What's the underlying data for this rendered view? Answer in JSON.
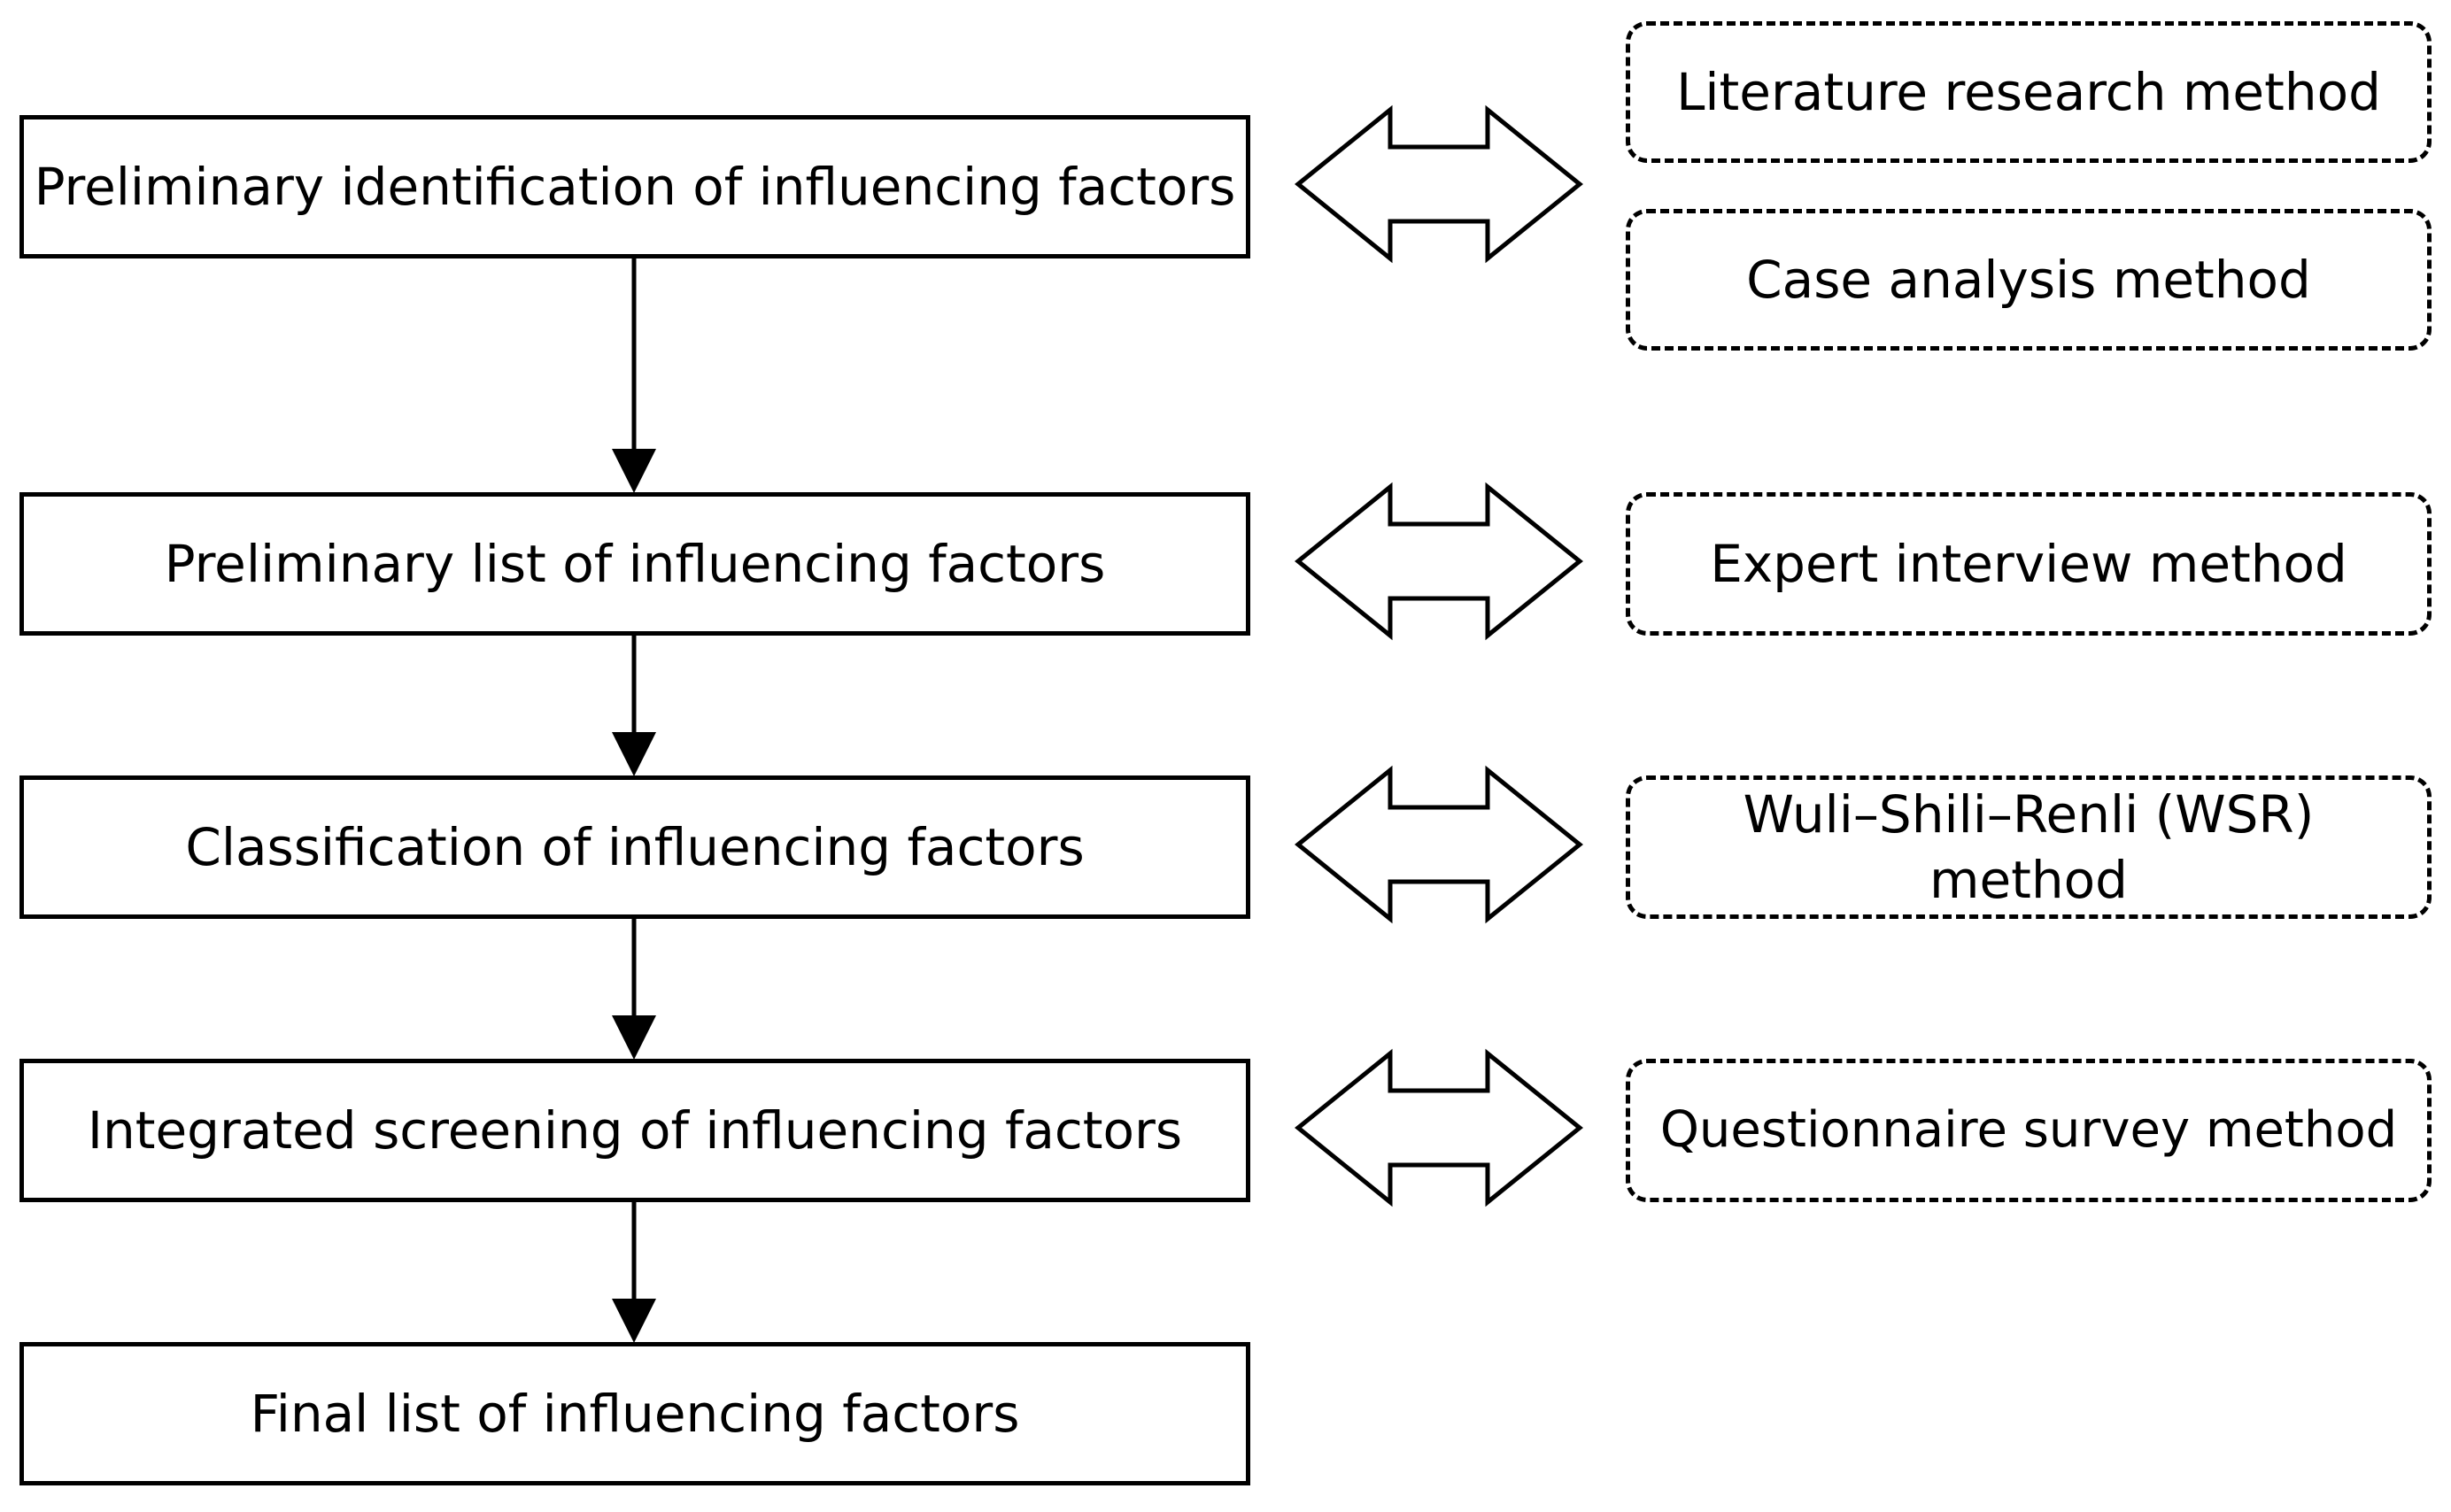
{
  "steps": [
    {
      "label": "Preliminary identification of influencing factors"
    },
    {
      "label": "Preliminary list of influencing factors"
    },
    {
      "label": "Classification of influencing factors"
    },
    {
      "label": "Integrated screening of influencing factors"
    },
    {
      "label": "Final list of influencing factors"
    }
  ],
  "methods": [
    {
      "label": "Literature research method"
    },
    {
      "label": "Case analysis method"
    },
    {
      "label": "Expert interview method"
    },
    {
      "label": "Wuli–Shili–Renli (WSR) method"
    },
    {
      "label": "Questionnaire survey method"
    }
  ]
}
